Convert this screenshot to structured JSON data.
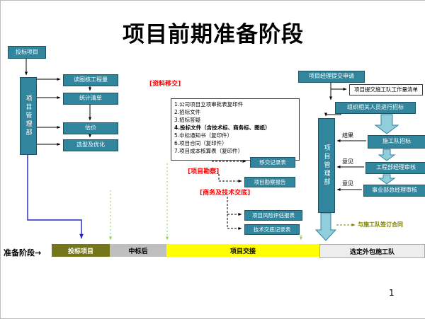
{
  "slide": {
    "title": "项目前期准备阶段",
    "page_number": "1"
  },
  "left_flow": {
    "start": "投标项目",
    "department": "项目管理部",
    "tasks": [
      "读图核工程量",
      "统计清单",
      "估价",
      "选型及优化"
    ]
  },
  "handover": {
    "label": "[资料移交]",
    "documents": [
      "1.公司项目立项审批表复印件",
      "2.招标文件",
      "3.招标答疑",
      "4.投标文件（含技术标、商务标、图纸）",
      "5.中标通知书（复印件）",
      "6.项目合同（复印件）",
      "7.项目成本核算表（复印件）"
    ],
    "record": "移交记录表"
  },
  "survey": {
    "label": "[项目勘察]",
    "report": "项目勘察报告"
  },
  "disclosure": {
    "label": "[商务及技术交底]",
    "risk_report": "项目风险评估报表",
    "tech_record": "技术交底记录表"
  },
  "right_flow": {
    "apply": "项目经理提交申请",
    "worklist": "项目提交施工队工作量清单",
    "organize": "组织相关人员进行招标",
    "department": "项目管理部",
    "bidding": "施工队招标",
    "result_label": "结果",
    "review1": "工程部经理审核",
    "opinion1": "意见",
    "review2": "事业部总经理审核",
    "opinion2": "意见",
    "sign": "与施工队签订合同"
  },
  "timeline": {
    "phase_label": "准备阶段→",
    "segments": [
      {
        "label": "投标项目",
        "color": "#75751A"
      },
      {
        "label": "中标后",
        "color": "#BFBFBF"
      },
      {
        "label": "项目交接",
        "color": "#FFFF00"
      },
      {
        "label": "选定外包施工队",
        "color": "#EDEDED"
      }
    ]
  },
  "colors": {
    "teal": "#31859C",
    "teal_light": "#92CDDC",
    "red": "#FF0000",
    "blue": "#2222CC",
    "green_dotted": "#92D050",
    "sign_olive": "#808000",
    "yellow": "#FFFF00",
    "gray": "#BFBFBF",
    "olive": "#75751A"
  }
}
